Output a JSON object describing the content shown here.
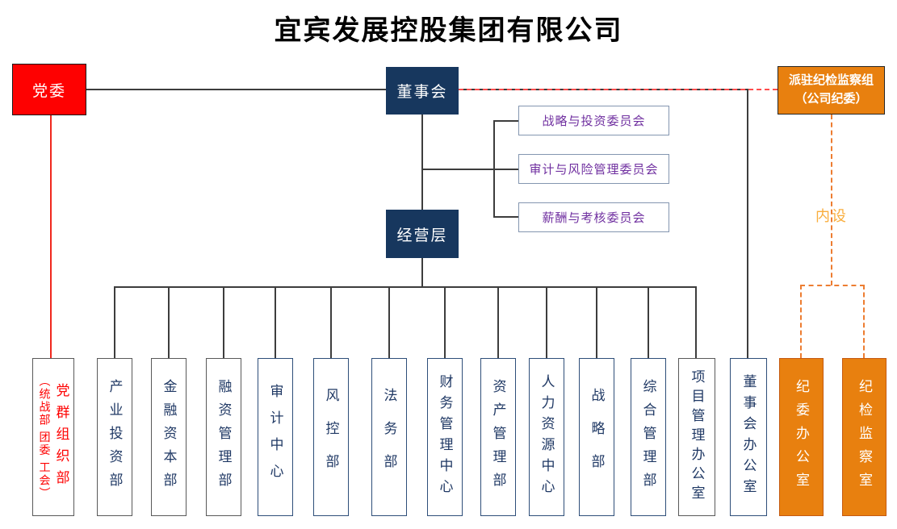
{
  "title": "宜宾发展控股集团有限公司",
  "nodes": {
    "party": {
      "label": "党委"
    },
    "board": {
      "label": "董事会"
    },
    "discipline": {
      "line1": "派驻纪检监察组",
      "line2": "（公司纪委）"
    },
    "management": {
      "label": "经营层"
    }
  },
  "committees": [
    {
      "label": "战略与投资委员会"
    },
    {
      "label": "审计与风险管理委员会"
    },
    {
      "label": "薪酬与考核委员会"
    }
  ],
  "departments": [
    {
      "label": "党群组织部",
      "sub": "（统战部 团委 工会）"
    },
    {
      "label": "产业投资部"
    },
    {
      "label": "金融资本部"
    },
    {
      "label": "融资管理部"
    },
    {
      "label": "审计中心"
    },
    {
      "label": "风控部"
    },
    {
      "label": "法务部"
    },
    {
      "label": "财务管理中心"
    },
    {
      "label": "资产管理部"
    },
    {
      "label": "人力资源中心"
    },
    {
      "label": "战略部"
    },
    {
      "label": "综合管理部"
    },
    {
      "label": "项目管理办公室"
    },
    {
      "label": "董事会办公室"
    },
    {
      "label": "纪委办公室"
    },
    {
      "label": "纪检监察室"
    }
  ],
  "annotations": {
    "internal_label": "内设"
  },
  "colors": {
    "party_red": "#FE0101",
    "navy": "#17375E",
    "orange": "#E8800F",
    "orange_border": "#C55A11",
    "committee_text_purple": "#7030A0",
    "committee_border": "#8496B0",
    "department_text_navy": "#1F3864",
    "connector_dark": "#3D3D3D",
    "connector_red": "#F0281E",
    "dashed_red": "#FF4D4D",
    "dashed_orange": "#ED7D31",
    "internal_label_color": "#F9AD3C",
    "title_black": "#000000"
  }
}
